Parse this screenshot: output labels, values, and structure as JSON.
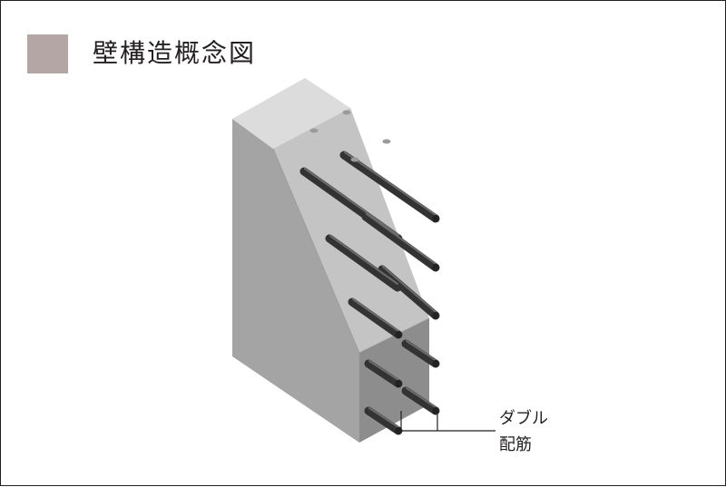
{
  "header": {
    "title": "壁構造概念図",
    "swatch_color": "#b3a6a4"
  },
  "diagram": {
    "callout_line1": "ダブル",
    "callout_line2": "配筋",
    "colors": {
      "wall_top": "#d9d9d9",
      "wall_front": "#a3a3a3",
      "wall_side": "#8a8a8a",
      "rebar": "#3a3a3a",
      "rebar_highlight": "#7a7a7a",
      "line": "#231f20"
    }
  }
}
